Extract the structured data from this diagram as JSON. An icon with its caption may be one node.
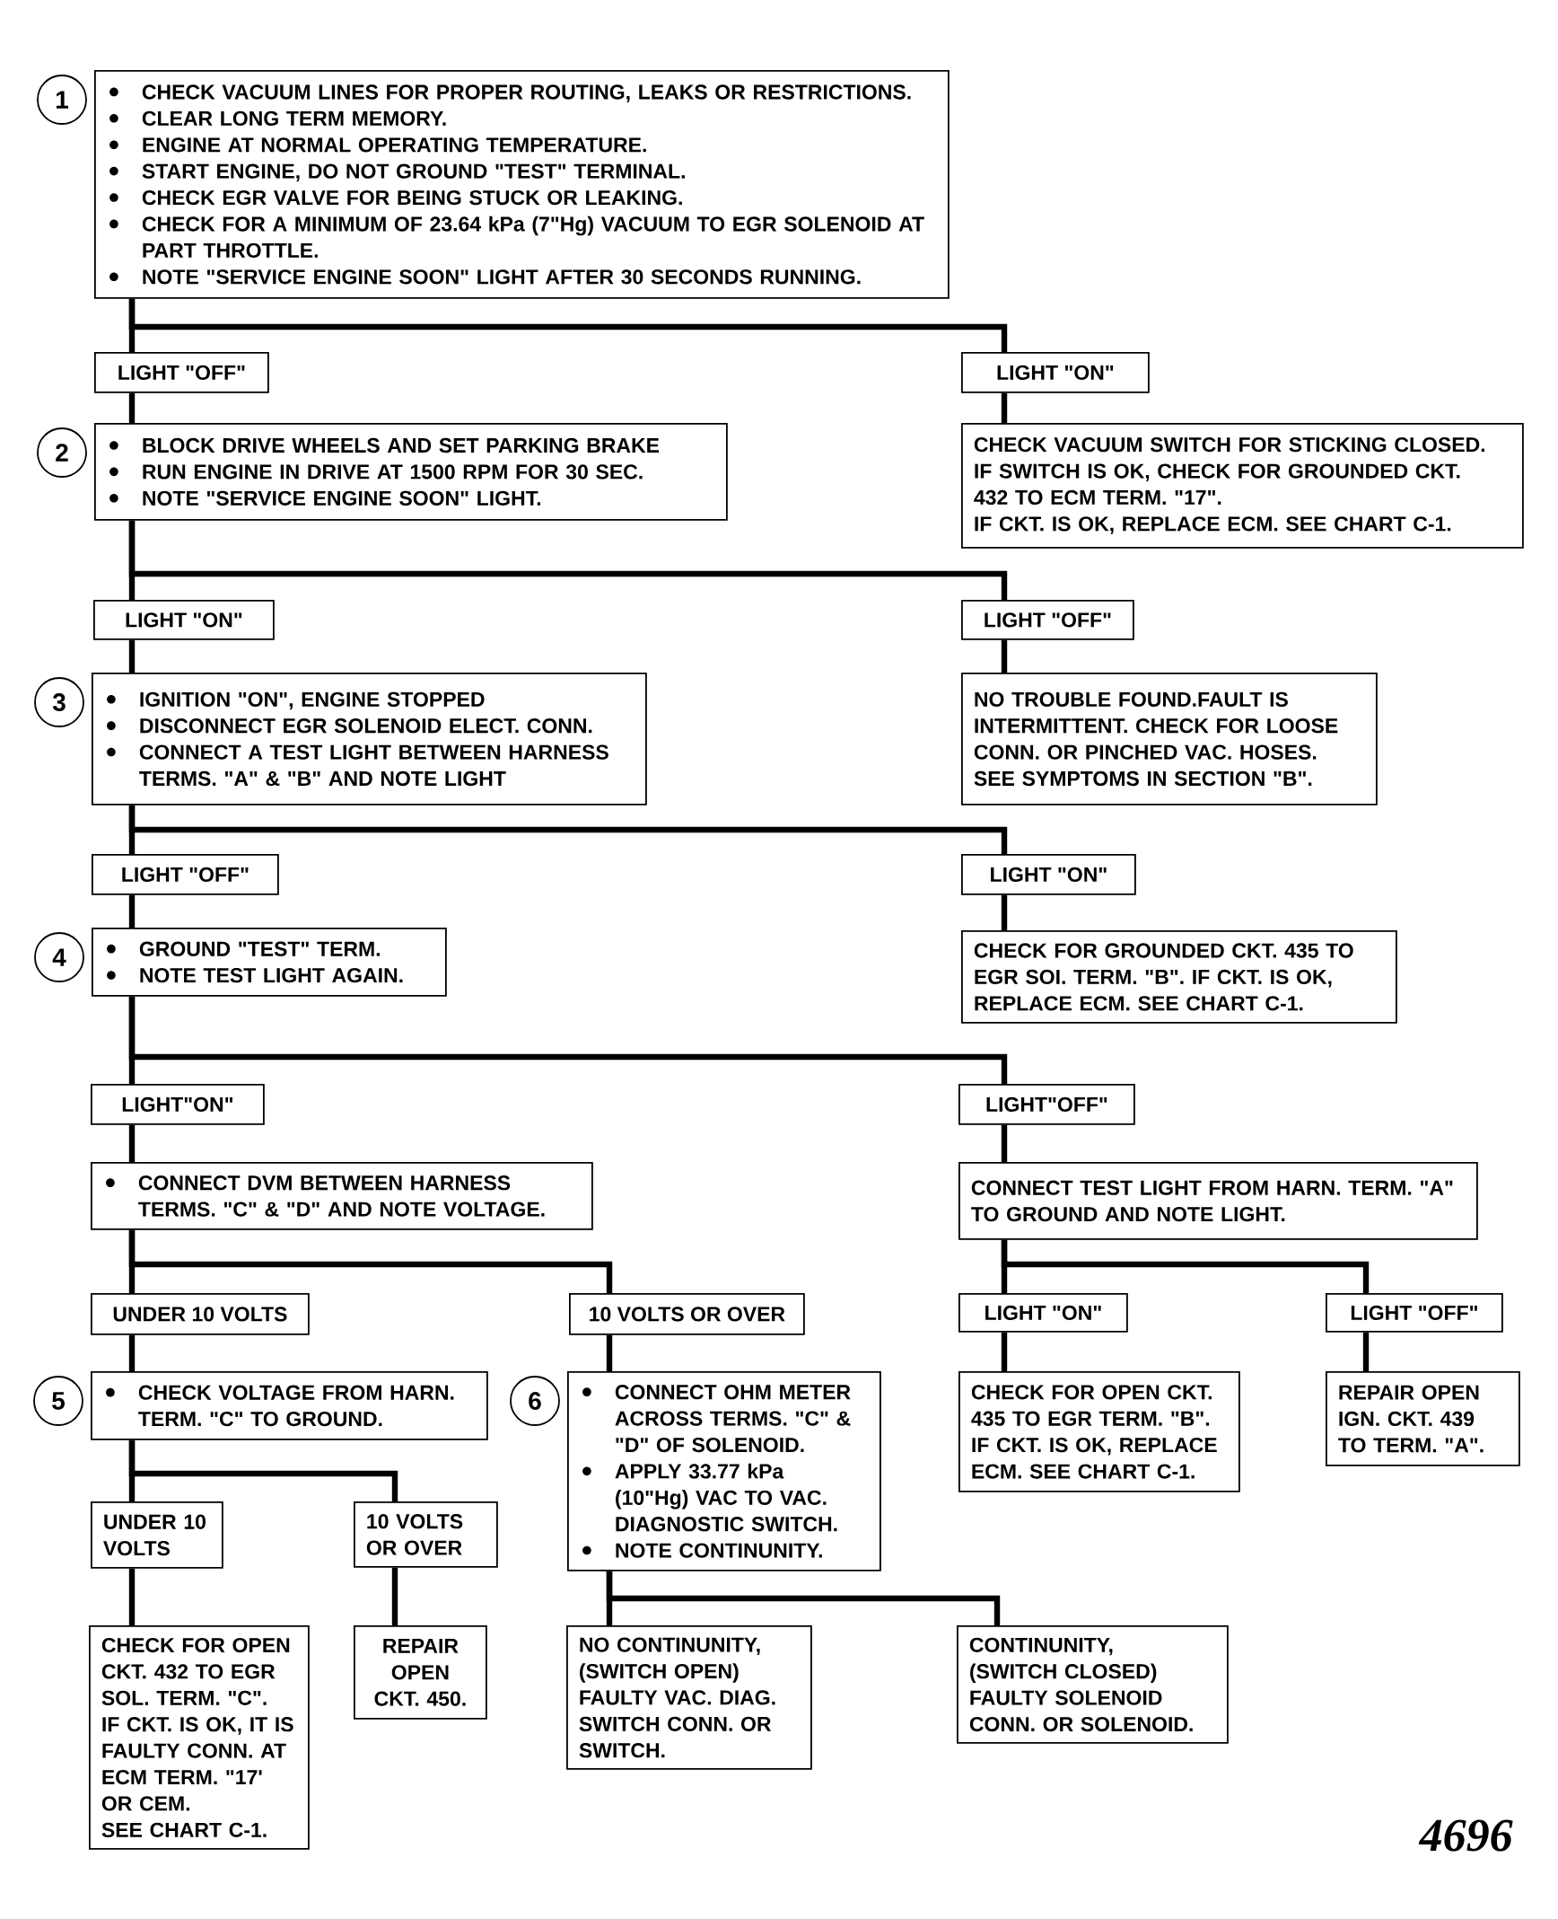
{
  "diagram": {
    "nodes": [
      {
        "text": [
          "CHECK VACUUM LINES FOR PROPER ROUTING, LEAKS OR RESTRICTIONS.",
          "CLEAR LONG TERM MEMORY.",
          "ENGINE AT NORMAL OPERATING TEMPERATURE.",
          "START ENGINE, DO NOT GROUND \"TEST\" TERMINAL.",
          "CHECK EGR VALVE FOR BEING STUCK OR LEAKING.",
          "CHECK FOR A MINIMUM OF 23.64 kPa (7\"Hg) VACUUM TO EGR SOLENOID AT PART THROTTLE.",
          "NOTE \"SERVICE ENGINE SOON\" LIGHT AFTER 30 SECONDS RUNNING."
        ],
        "beside": [
          "1"
        ]
      },
      {
        "text": [
          "LIGHT \"OFF\""
        ]
      },
      {
        "text": [
          "LIGHT \"ON\""
        ]
      },
      {
        "text": [
          "BLOCK DRIVE WHEELS AND SET PARKING BRAKE",
          "RUN ENGINE IN DRIVE AT 1500 RPM FOR 30 SEC.",
          "NOTE \"SERVICE ENGINE SOON\" LIGHT."
        ],
        "beside": [
          "2"
        ]
      },
      {
        "text": [
          "CHECK VACUUM SWITCH FOR STICKING CLOSED.",
          "IF SWITCH IS OK, CHECK FOR GROUNDED CKT. 432 TO ECM TERM. \"17\".",
          "IF CKT. IS OK, REPLACE ECM. SEE CHART C-1."
        ]
      },
      {
        "text": [
          "LIGHT \"ON\""
        ]
      },
      {
        "text": [
          "LIGHT \"OFF\""
        ]
      },
      {
        "text": [
          "IGNITION \"ON\", ENGINE STOPPED",
          "DISCONNECT EGR SOLENOID ELECT. CONN.",
          "CONNECT A TEST LIGHT BETWEEN HARNESS TERMS. \"A\" & \"B\" AND NOTE LIGHT"
        ],
        "beside": [
          "3"
        ]
      },
      {
        "text": [
          "NO TROUBLE FOUND.FAULT IS INTERMITTENT. CHECK FOR LOOSE CONN. OR PINCHED VAC. HOSES.",
          "SEE SYMPTOMS IN SECTION \"B\"."
        ]
      },
      {
        "text": [
          "LIGHT \"OFF\""
        ]
      },
      {
        "text": [
          "LIGHT \"ON\""
        ]
      },
      {
        "text": [
          "GROUND \"TEST\" TERM.",
          "NOTE TEST LIGHT AGAIN."
        ],
        "beside": [
          "4"
        ]
      },
      {
        "text": [
          "CHECK FOR GROUNDED CKT. 435 TO EGR SOI. TERM. \"B\". IF CKT. IS OK, REPLACE ECM. SEE CHART C-1."
        ]
      },
      {
        "text": [
          "LIGHT\"ON\""
        ]
      },
      {
        "text": [
          "LIGHT\"OFF\""
        ]
      },
      {
        "text": [
          "CONNECT DVM BETWEEN HARNESS TERMS. \"C\" & \"D\" AND NOTE VOLTAGE."
        ]
      },
      {
        "text": [
          "CONNECT TEST LIGHT FROM HARN. TERM. \"A\" TO GROUND AND NOTE LIGHT."
        ]
      },
      {
        "text": [
          "UNDER 10 VOLTS"
        ]
      },
      {
        "text": [
          "10 VOLTS OR OVER"
        ]
      },
      {
        "text": [
          "LIGHT \"ON\""
        ]
      },
      {
        "text": [
          "LIGHT \"OFF\""
        ]
      },
      {
        "text": [
          "CHECK VOLTAGE FROM HARN. TERM. \"C\" TO GROUND."
        ],
        "beside": [
          "5"
        ]
      },
      {
        "text": [
          "CONNECT OHM METER ACROSS TERMS. \"C\" & \"D\" OF SOLENOID.",
          "APPLY 33.77 kPa (10\"Hg) VAC TO VAC. DIAGNOSTIC SWITCH.",
          "NOTE CONTINUNITY."
        ],
        "beside": [
          "6"
        ]
      },
      {
        "text": [
          "CHECK FOR OPEN CKT. 435 TO EGR TERM. \"B\".",
          "IF CKT. IS OK, REPLACE ECM. SEE CHART C-1."
        ]
      },
      {
        "text": [
          "REPAIR OPEN IGN. CKT. 439 TO TERM. \"A\"."
        ]
      },
      {
        "text": [
          "UNDER 10 VOLTS"
        ]
      },
      {
        "text": [
          "10 VOLTS OR OVER"
        ]
      },
      {
        "text": [
          "CHECK FOR OPEN CKT. 432 TO EGR SOL. TERM. \"C\".",
          "IF CKT. IS OK, IT IS FAULTY CONN. AT ECM TERM. \"17' OR CEM.",
          "SEE CHART C-1."
        ]
      },
      {
        "text": [
          "REPAIR OPEN CKT. 450."
        ]
      },
      {
        "text": [
          "NO CONTINUNITY,",
          "(SWITCH OPEN)",
          "FAULTY VAC. DIAG. SWITCH CONN. OR SWITCH."
        ]
      },
      {
        "text": [
          "CONTINUNITY,",
          "(SWITCH CLOSED)",
          "FAULTY SOLENOID CONN. OR SOLENOID."
        ]
      }
    ],
    "edges": [
      {
        "from": 0,
        "to": 1,
        "arrow": "none"
      },
      {
        "from": 0,
        "to": 2,
        "arrow": "none"
      },
      {
        "from": 1,
        "to": 3,
        "arrow": "none"
      },
      {
        "from": 2,
        "to": 4,
        "arrow": "none"
      },
      {
        "from": 3,
        "to": 5,
        "arrow": "none"
      },
      {
        "from": 3,
        "to": 6,
        "arrow": "none"
      },
      {
        "from": 5,
        "to": 7,
        "arrow": "none"
      },
      {
        "from": 6,
        "to": 8,
        "arrow": "none"
      },
      {
        "from": 7,
        "to": 9,
        "arrow": "none"
      },
      {
        "from": 7,
        "to": 10,
        "arrow": "none"
      },
      {
        "from": 9,
        "to": 11,
        "arrow": "none"
      },
      {
        "from": 10,
        "to": 12,
        "arrow": "none"
      },
      {
        "from": 11,
        "to": 13,
        "arrow": "none"
      },
      {
        "from": 11,
        "to": 14,
        "arrow": "none"
      },
      {
        "from": 13,
        "to": 15,
        "arrow": "none"
      },
      {
        "from": 14,
        "to": 16,
        "arrow": "none"
      },
      {
        "from": 15,
        "to": 17,
        "arrow": "none"
      },
      {
        "from": 15,
        "to": 18,
        "arrow": "none"
      },
      {
        "from": 16,
        "to": 19,
        "arrow": "none"
      },
      {
        "from": 16,
        "to": 20,
        "arrow": "none"
      },
      {
        "from": 17,
        "to": 21,
        "arrow": "none"
      },
      {
        "from": 18,
        "to": 22,
        "arrow": "none"
      },
      {
        "from": 19,
        "to": 23,
        "arrow": "none"
      },
      {
        "from": 20,
        "to": 24,
        "arrow": "none"
      },
      {
        "from": 21,
        "to": 25,
        "arrow": "none"
      },
      {
        "from": 21,
        "to": 26,
        "arrow": "none"
      },
      {
        "from": 25,
        "to": 27,
        "arrow": "none"
      },
      {
        "from": 26,
        "to": 28,
        "arrow": "none"
      },
      {
        "from": 22,
        "to": 29,
        "arrow": "none"
      },
      {
        "from": 22,
        "to": 30,
        "arrow": "none"
      }
    ],
    "labels": [
      "4696"
    ]
  }
}
